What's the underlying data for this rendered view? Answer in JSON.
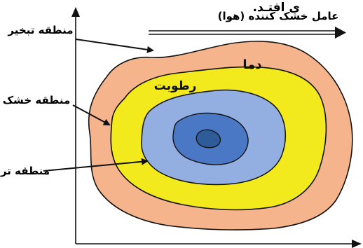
{
  "labels": {
    "cut_text": "ی افتـد.",
    "drying_agent": "عامل خشک کننده (هوا)",
    "evaporation_zone": "منطقه تبخیر",
    "dry_zone": "منطقه خشک",
    "wet_zone": "منطقه تر",
    "temperature": "دما",
    "moisture": "رطوبت"
  },
  "colors": {
    "outer_orange": "#f6b48c",
    "yellow": "#f2ea1c",
    "light_blue": "#93aee0",
    "mid_blue": "#4a78c4",
    "dark_blue": "#2e5c98",
    "outline": "#111111"
  }
}
